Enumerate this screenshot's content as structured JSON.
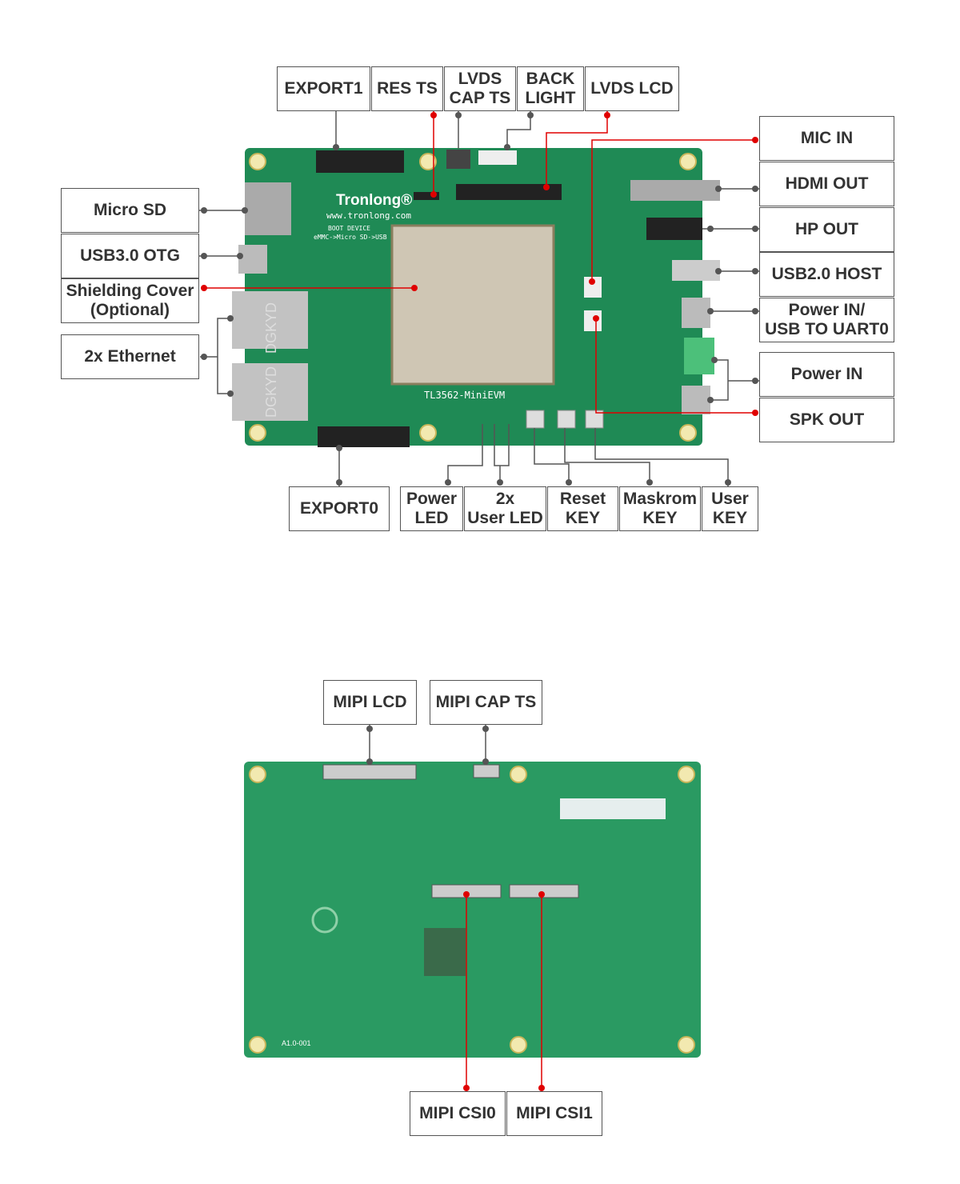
{
  "top_board": {
    "brand": "Tronlong®",
    "website": "www.tronlong.com",
    "model": "TL3562-MiniEVM",
    "boot_device": "BOOT DEVICE",
    "boot_order": "eMMC->Micro SD->USB",
    "eth_chip1": "DGKYD",
    "eth_chip2": "DGKYD",
    "labels": {
      "export1": "EXPORT1",
      "res_ts": "RES TS",
      "lvds_cap_ts": "LVDS\nCAP TS",
      "back_light": "BACK\nLIGHT",
      "lvds_lcd": "LVDS LCD",
      "mic_in": "MIC IN",
      "hdmi_out": "HDMI OUT",
      "hp_out": "HP OUT",
      "usb2_host": "USB2.0 HOST",
      "power_in_uart": "Power IN/\nUSB TO UART0",
      "power_in": "Power IN",
      "spk_out": "SPK OUT",
      "micro_sd": "Micro SD",
      "usb3_otg": "USB3.0 OTG",
      "shielding_cover": "Shielding Cover\n(Optional)",
      "ethernet": "2x Ethernet",
      "export0": "EXPORT0",
      "power_led": "Power\nLED",
      "user_led": "2x\nUser LED",
      "reset_key": "Reset\nKEY",
      "maskrom_key": "Maskrom\nKEY",
      "user_key": "User\nKEY"
    }
  },
  "bottom_board": {
    "version": "A1.0-001",
    "labels": {
      "mipi_lcd": "MIPI LCD",
      "mipi_cap_ts": "MIPI CAP TS",
      "mipi_csi0": "MIPI CSI0",
      "mipi_csi1": "MIPI CSI1"
    }
  },
  "colors": {
    "board": "#1f8a55",
    "leader": "#555555",
    "highlight": "#e00000",
    "shield": "#cfc6b4"
  }
}
